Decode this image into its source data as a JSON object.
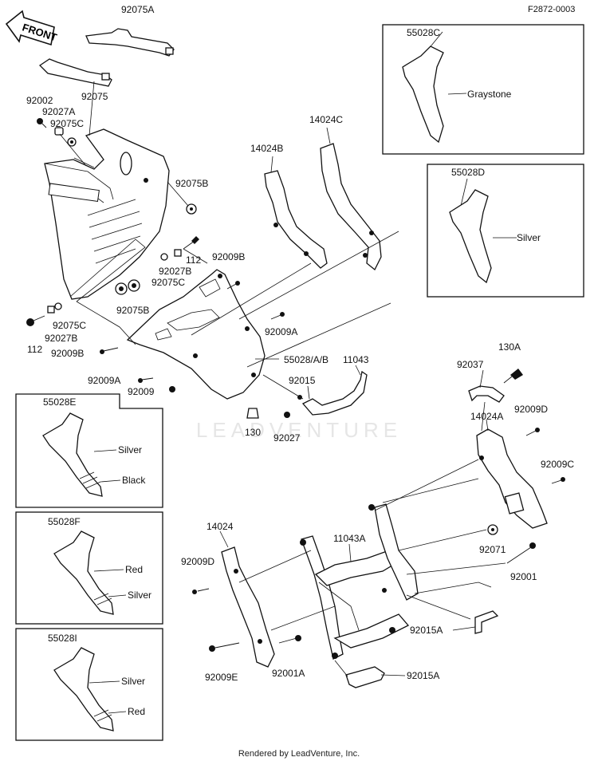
{
  "figure_code": "F2872-0003",
  "watermark": "LEADVENTURE",
  "footer": "Rendered by LeadVenture, Inc.",
  "direction_label": "FRONT",
  "part_labels": {
    "p92075A": "92075A",
    "p92075": "92075",
    "p92002": "92002",
    "p92027A": "92027A",
    "p92075C_1": "92075C",
    "p92075B_1": "92075B",
    "p112_1": "112",
    "p92027B_1": "92027B",
    "p92075C_2": "92075C",
    "p92075B_2": "92075B",
    "p92009B_1": "92009B",
    "p92075C_3": "92075C",
    "p112_2": "112",
    "p92027B_2": "92027B",
    "p92009B_2": "92009B",
    "p92009A_1": "92009A",
    "p92009": "92009",
    "p14024B": "14024B",
    "p14024C": "14024C",
    "p92009A_2": "92009A",
    "p55028AB": "55028/A/B",
    "p11043": "11043",
    "p92015": "92015",
    "p130_1": "130",
    "p92027": "92027",
    "p130A": "130A",
    "p92037": "92037",
    "p92009D_1": "92009D",
    "p14024A": "14024A",
    "p92009C": "92009C",
    "p92071": "92071",
    "p92001": "92001",
    "p14024": "14024",
    "p11043A": "11043A",
    "p92009D_2": "92009D",
    "p92015A_1": "92015A",
    "p92009E": "92009E",
    "p92001A": "92001A",
    "p92015A_2": "92015A"
  },
  "variants": [
    {
      "part": "55028C",
      "colors": [
        "Graystone"
      ]
    },
    {
      "part": "55028D",
      "colors": [
        "Silver"
      ]
    },
    {
      "part": "55028E",
      "colors": [
        "Silver",
        "Black"
      ]
    },
    {
      "part": "55028F",
      "colors": [
        "Red",
        "Silver"
      ]
    },
    {
      "part": "55028I",
      "colors": [
        "Silver",
        "Red"
      ]
    }
  ]
}
